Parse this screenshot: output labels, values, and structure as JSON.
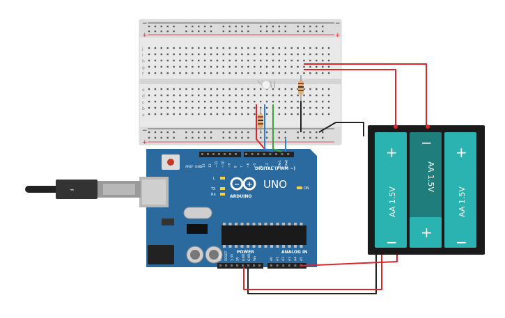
{
  "arduino": {
    "brand": "ARDUINO",
    "model": "UNO",
    "digital_label": "DIGITAL (PWM ~)",
    "power_label": "POWER",
    "analog_label": "ANALOG IN",
    "led_l": "L",
    "led_tx": "TX",
    "led_rx": "RX",
    "led_on": "ON",
    "aref": "AREF",
    "gnd": "GND",
    "digital_pins": [
      "13",
      "12",
      "~11",
      "~10",
      "~9",
      "8",
      "7",
      "~6",
      "~5",
      "4",
      "~3",
      "2",
      "TX▸1",
      "RX◂0"
    ],
    "power_pins": [
      "IOREF",
      "RESET",
      "3.3V",
      "5V",
      "GND",
      "GND",
      "Vin"
    ],
    "analog_pins": [
      "A0",
      "A1",
      "A2",
      "A3",
      "A4",
      "A5"
    ]
  },
  "battery": {
    "cells": [
      {
        "label": "AA 1.5V",
        "top_sign": "+",
        "bottom_sign": "−"
      },
      {
        "label": "AA 1.5V",
        "top_sign": "−",
        "bottom_sign": "+"
      },
      {
        "label": "AA 1.5V",
        "top_sign": "+",
        "bottom_sign": "−"
      }
    ]
  },
  "breadboard": {
    "row_letters_top": [
      "j",
      "i",
      "h",
      "g",
      "f"
    ],
    "row_letters_bottom": [
      "e",
      "d",
      "c",
      "b",
      "a"
    ],
    "rail_plus": "+",
    "rail_minus": "−"
  },
  "colors": {
    "board": "#2a6a9e",
    "battery_cell": "#2ab3b0",
    "wire_red": "#d9262b",
    "wire_black": "#222222",
    "wire_blue": "#2a7fd4",
    "wire_green": "#3aa63a"
  }
}
